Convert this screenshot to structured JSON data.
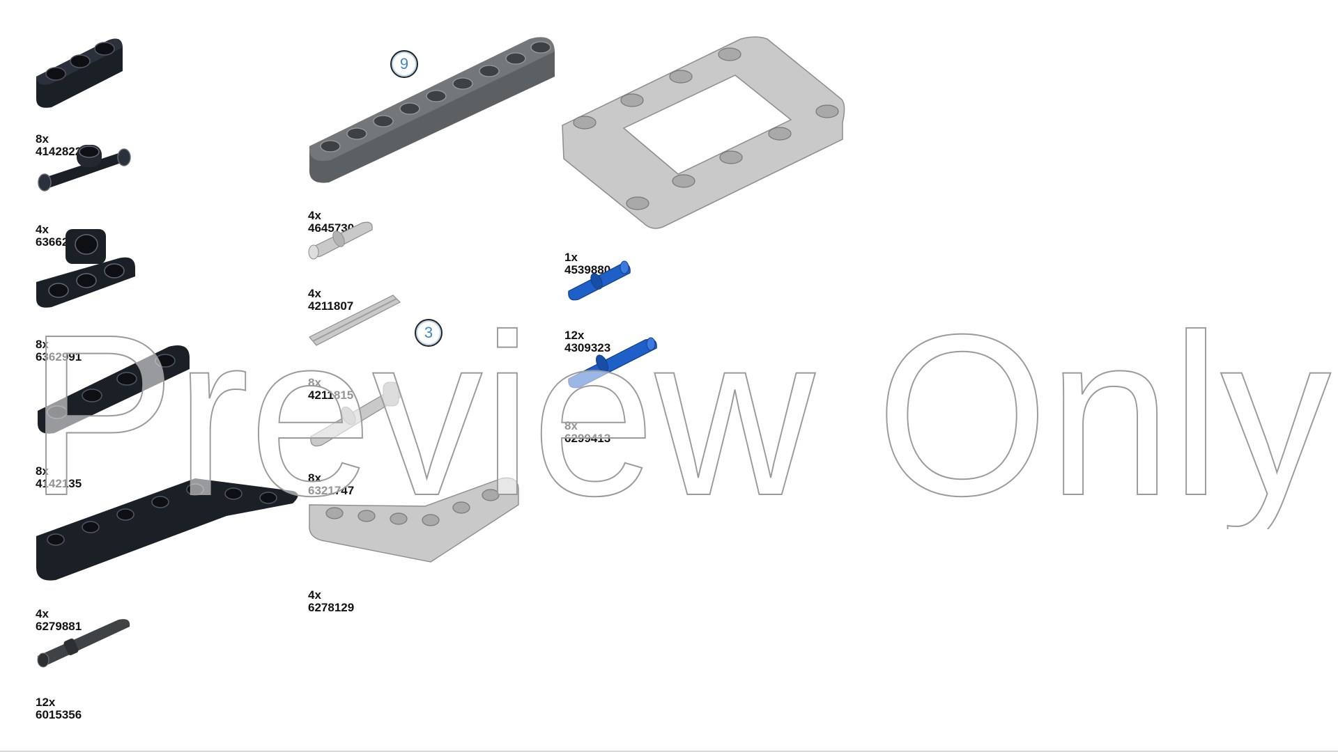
{
  "step_badges": [
    {
      "id": "badge-9",
      "value": "9"
    },
    {
      "id": "badge-3",
      "value": "3"
    }
  ],
  "parts": [
    {
      "qty": "8x",
      "part_no": "4142822",
      "color": "#1b1f26"
    },
    {
      "qty": "4x",
      "part_no": "6366229",
      "color": "#1b1f26"
    },
    {
      "qty": "8x",
      "part_no": "6362991",
      "color": "#1b1f26"
    },
    {
      "qty": "8x",
      "part_no": "4142135",
      "color": "#1b1f26"
    },
    {
      "qty": "4x",
      "part_no": "6279881",
      "color": "#1b1f26"
    },
    {
      "qty": "12x",
      "part_no": "6015356",
      "color": "#3f4346"
    },
    {
      "qty": "4x",
      "part_no": "4645730",
      "color": "#5d6063"
    },
    {
      "qty": "4x",
      "part_no": "4211807",
      "color": "#c9c9c9"
    },
    {
      "qty": "8x",
      "part_no": "4211815",
      "color": "#c9c9c9"
    },
    {
      "qty": "8x",
      "part_no": "6321747",
      "color": "#c9c9c9"
    },
    {
      "qty": "4x",
      "part_no": "6278129",
      "color": "#c9c9c9"
    },
    {
      "qty": "1x",
      "part_no": "4539880",
      "color": "#c9c9c9"
    },
    {
      "qty": "12x",
      "part_no": "4309323",
      "color": "#1f5fc8"
    },
    {
      "qty": "8x",
      "part_no": "6299413",
      "color": "#1f5fc8"
    }
  ],
  "watermark": "Preview Only"
}
